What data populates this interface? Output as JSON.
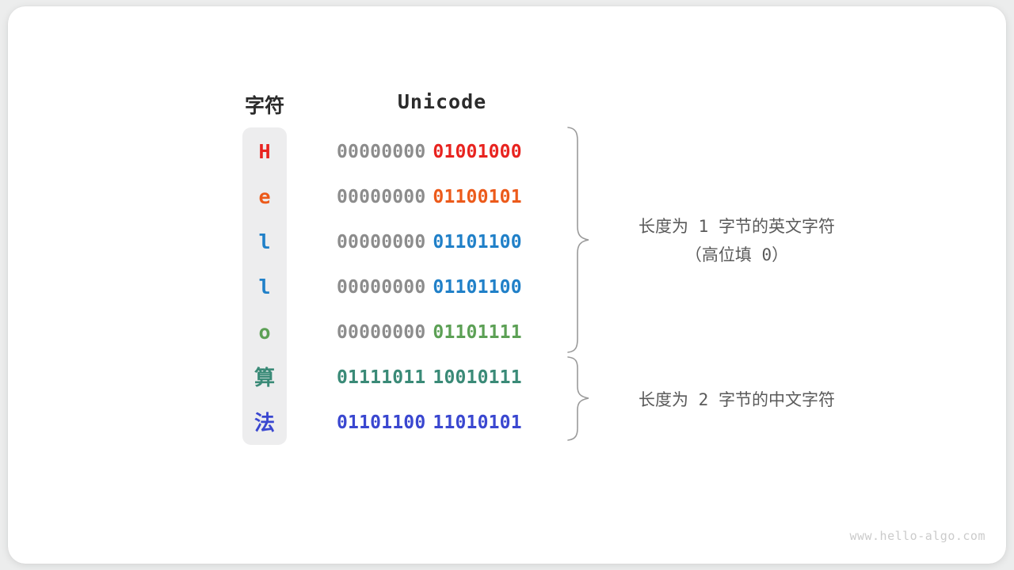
{
  "headers": {
    "char": "字符",
    "unicode": "Unicode"
  },
  "rows": [
    {
      "char": "H",
      "color": "#e8231f",
      "high": "00000000",
      "low": "01001000",
      "low_color": "#e8231f",
      "is_cjk": false
    },
    {
      "char": "e",
      "color": "#ec5a1a",
      "high": "00000000",
      "low": "01100101",
      "low_color": "#ec5a1a",
      "is_cjk": false
    },
    {
      "char": "l",
      "color": "#2080c8",
      "high": "00000000",
      "low": "01101100",
      "low_color": "#2080c8",
      "is_cjk": false
    },
    {
      "char": "l",
      "color": "#2080c8",
      "high": "00000000",
      "low": "01101100",
      "low_color": "#2080c8",
      "is_cjk": false
    },
    {
      "char": "o",
      "color": "#5ca055",
      "high": "00000000",
      "low": "01101111",
      "low_color": "#5ca055",
      "is_cjk": false
    },
    {
      "char": "算",
      "color": "#3a8a77",
      "high": "01111011",
      "low": "10010111",
      "low_color": "#3a8a77",
      "high_color": "#3a8a77",
      "is_cjk": true
    },
    {
      "char": "法",
      "color": "#3a47d0",
      "high": "01101100",
      "low": "11010101",
      "low_color": "#3a47d0",
      "high_color": "#3a47d0",
      "is_cjk": true
    }
  ],
  "annotations": {
    "group1_line1_pre": "长度为",
    "group1_line1_num": "1",
    "group1_line1_post": "字节的英文字符",
    "group1_line2_pre": "（高位填",
    "group1_line2_num": "0",
    "group1_line2_post": "）",
    "group2_line1_pre": "长度为",
    "group2_line1_num": "2",
    "group2_line1_post": "字节的中文字符"
  },
  "braces": {
    "group1_label": "brace-english-chars",
    "group2_label": "brace-chinese-chars"
  },
  "watermark": "www.hello-algo.com",
  "colors": {
    "background": "#eceded",
    "card": "#ffffff",
    "char_column": "#ededee",
    "high_bits": "#8c8c8c",
    "annotation": "#5a5a5a",
    "header": "#2b2b2b",
    "brace": "#9a9a9a"
  }
}
